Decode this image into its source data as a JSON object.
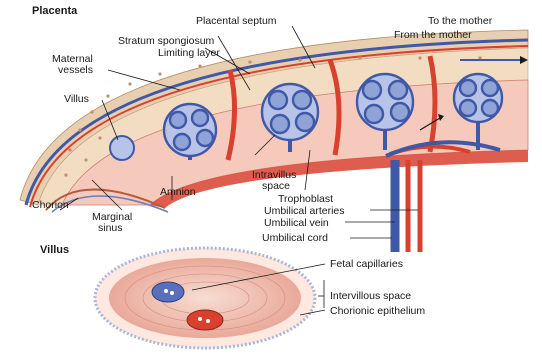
{
  "headings": {
    "placenta": "Placenta",
    "villus": "Villus"
  },
  "labels": {
    "maternal_vessels_1": "Maternal",
    "maternal_vessels_2": "vessels",
    "villus": "Villus",
    "chorion": "Chorion",
    "marginal_sinus_1": "Marginal",
    "marginal_sinus_2": "sinus",
    "amnion": "Amnion",
    "stratum_spongiosum": "Stratum spongiosum",
    "limiting_layer": "Limiting layer",
    "placental_septum": "Placental septum",
    "to_the_mother": "To the mother",
    "from_the_mother": "From the mother",
    "intravillus_space_1": "Intravillus",
    "intravillus_space_2": "space",
    "trophoblast": "Trophoblast",
    "umbilical_arteries": "Umbilical arteries",
    "umbilical_vein": "Umbilical vein",
    "umbilical_cord": "Umbilical cord",
    "fetal_capillaries": "Fetal capillaries",
    "intervillous_space": "Intervillous space",
    "chorionic_epithelium": "Chorionic epithelium"
  },
  "colors": {
    "artery_red": "#d9412f",
    "vein_blue": "#3f58a8",
    "tissue_pink": "#f0bfb0",
    "decidua_tan": "#ecd9b8",
    "villus_fill": "#f6d6cc"
  }
}
